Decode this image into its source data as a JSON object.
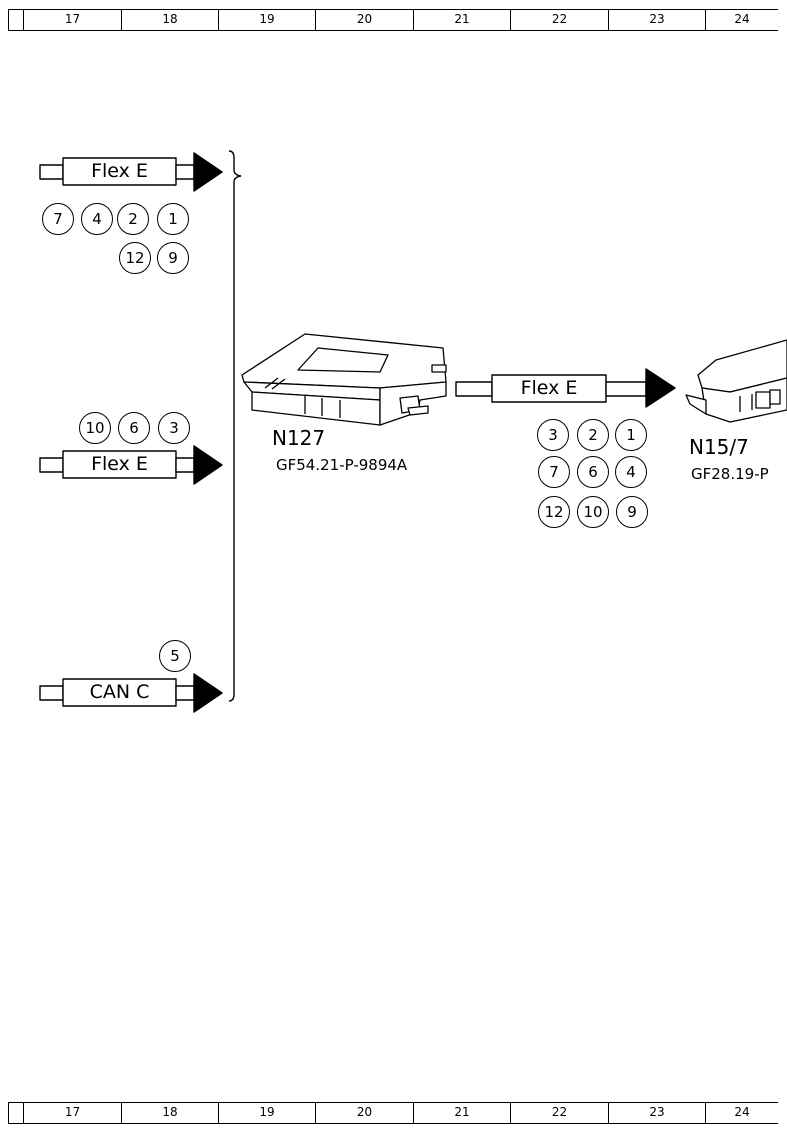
{
  "ruler": {
    "columns": [
      "17",
      "18",
      "19",
      "20",
      "21",
      "22",
      "23",
      "24"
    ]
  },
  "connections": [
    {
      "bus": "Flex E",
      "pins": [
        "7",
        "4",
        "2",
        "1",
        "12",
        "9"
      ]
    },
    {
      "bus": "Flex E",
      "pins": [
        "10",
        "6",
        "3"
      ]
    },
    {
      "bus": "CAN C",
      "pins": [
        "5"
      ]
    }
  ],
  "link": {
    "bus": "Flex E",
    "pins": [
      "3",
      "2",
      "1",
      "7",
      "6",
      "4",
      "12",
      "10",
      "9"
    ]
  },
  "components": [
    {
      "code": "N127",
      "ref": "GF54.21-P-9894A"
    },
    {
      "code": "N15/7",
      "ref": "GF28.19-P"
    }
  ]
}
